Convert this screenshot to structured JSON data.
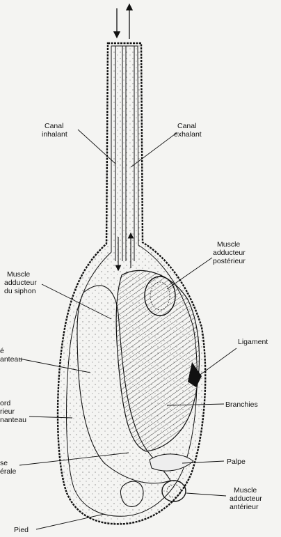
{
  "labels": {
    "canal_inhalant": [
      "Canal",
      "inhalant"
    ],
    "canal_exhalant": [
      "Canal",
      "exhalant"
    ],
    "muscle_adducteur_posterieur": [
      "Muscle",
      "adducteur",
      "postérieur"
    ],
    "muscle_adducteur_siphon": [
      "Muscle",
      "adducteur",
      "du siphon"
    ],
    "cote_manteau": [
      "é",
      "anteau"
    ],
    "bord_manteau": [
      "ord",
      "rieur",
      "nanteau"
    ],
    "ligament": [
      "Ligament"
    ],
    "branchies": [
      "Branchies"
    ],
    "masse_viscerale": [
      "se",
      "érale"
    ],
    "palpe": [
      "Palpe"
    ],
    "muscle_adducteur_anterieur": [
      "Muscle",
      "adducteur",
      "antérieur"
    ],
    "pied": [
      "Pied"
    ]
  },
  "colors": {
    "ink": "#111111",
    "paper": "#f4f4f2",
    "stipple": "#555555"
  }
}
